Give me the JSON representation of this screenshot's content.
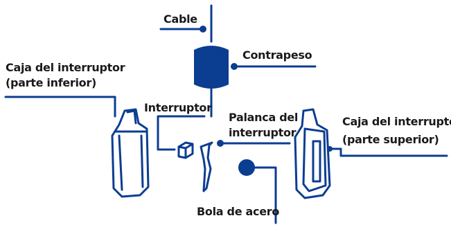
{
  "diagram": {
    "accent_color": "#0b3d91",
    "labels": {
      "cable": "Cable",
      "contrapeso": "Contrapeso",
      "caja_inferior_line1": "Caja del interruptor",
      "caja_inferior_line2": "(parte inferior)",
      "interruptor": "Interruptor",
      "palanca_line1": "Palanca del",
      "palanca_line2": "interruptor",
      "caja_superior_line1": "Caja del interruptor",
      "caja_superior_line2": "(parte superior)",
      "bola": "Bola de acero"
    }
  }
}
